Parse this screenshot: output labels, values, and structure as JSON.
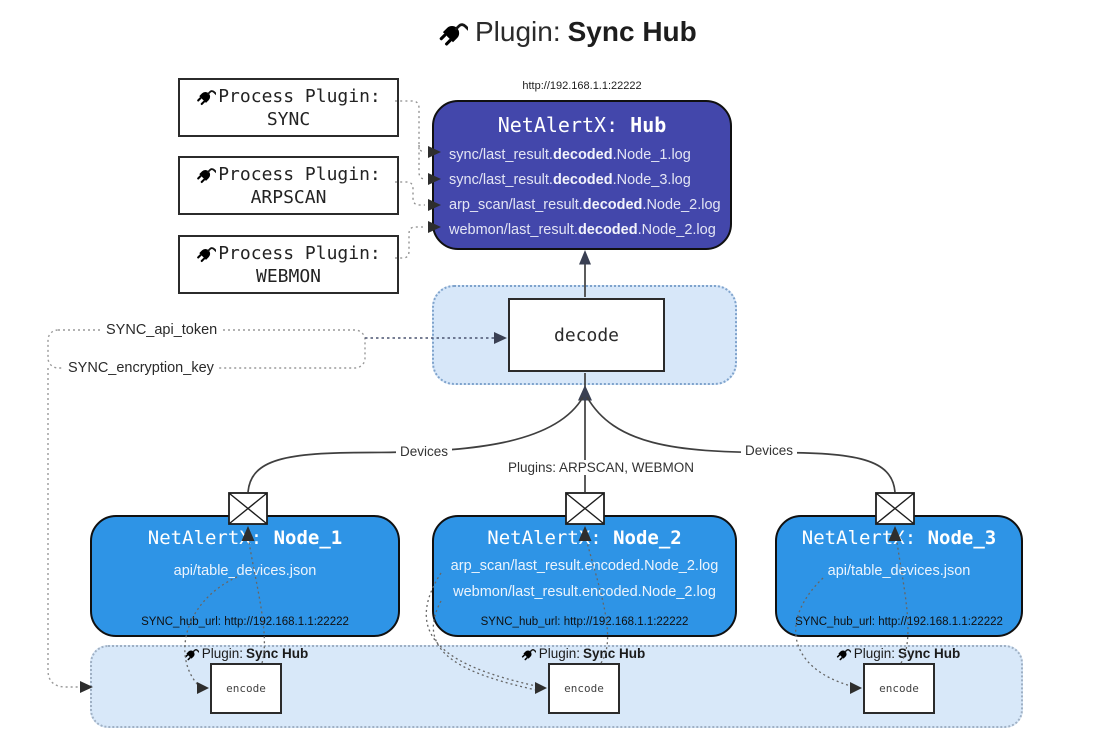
{
  "title": {
    "prefix": "Plugin:",
    "name": "Sync Hub"
  },
  "process_plugins": [
    {
      "label": "Process Plugin:",
      "name": "SYNC"
    },
    {
      "label": "Process Plugin:",
      "name": "ARPSCAN"
    },
    {
      "label": "Process Plugin:",
      "name": "WEBMON"
    }
  ],
  "hub": {
    "url": "http://192.168.1.1:22222",
    "title_prefix": "NetAlertX:",
    "title_name": "Hub",
    "logs": [
      {
        "pre": "sync/last_result.",
        "bold": "decoded",
        "post": ".Node_1.log"
      },
      {
        "pre": "sync/last_result.",
        "bold": "decoded",
        "post": ".Node_3.log"
      },
      {
        "pre": "arp_scan/last_result.",
        "bold": "decoded",
        "post": ".Node_2.log"
      },
      {
        "pre": "webmon/last_result.",
        "bold": "decoded",
        "post": ".Node_2.log"
      }
    ]
  },
  "decode_label": "decode",
  "secrets": {
    "api_token": "SYNC_api_token",
    "encryption_key": "SYNC_encryption_key"
  },
  "edge_labels": {
    "devices_left": "Devices",
    "devices_right": "Devices",
    "plugins_center": "Plugins: ARPSCAN, WEBMON"
  },
  "nodes": [
    {
      "title_prefix": "NetAlertX:",
      "title_name": "Node_1",
      "lines": [
        "api/table_devices.json"
      ],
      "hub_url": "SYNC_hub_url: http://192.168.1.1:22222"
    },
    {
      "title_prefix": "NetAlertX:",
      "title_name": "Node_2",
      "lines": [
        "arp_scan/last_result.encoded.Node_2.log",
        "webmon/last_result.encoded.Node_2.log"
      ],
      "hub_url": "SYNC_hub_url: http://192.168.1.1:22222"
    },
    {
      "title_prefix": "NetAlertX:",
      "title_name": "Node_3",
      "lines": [
        "api/table_devices.json"
      ],
      "hub_url": "SYNC_hub_url: http://192.168.1.1:22222"
    }
  ],
  "encode_plugins": [
    {
      "label_prefix": "Plugin:",
      "label_name": "Sync Hub",
      "box_label": "encode"
    },
    {
      "label_prefix": "Plugin:",
      "label_name": "Sync Hub",
      "box_label": "encode"
    },
    {
      "label_prefix": "Plugin:",
      "label_name": "Sync Hub",
      "box_label": "encode"
    }
  ],
  "colors": {
    "hub_fill": "#4347ab",
    "node_fill": "#2e94e6",
    "panel_fill": "#d8e8f9",
    "line": "#3f3f3f",
    "arrow": "#3a4053"
  }
}
